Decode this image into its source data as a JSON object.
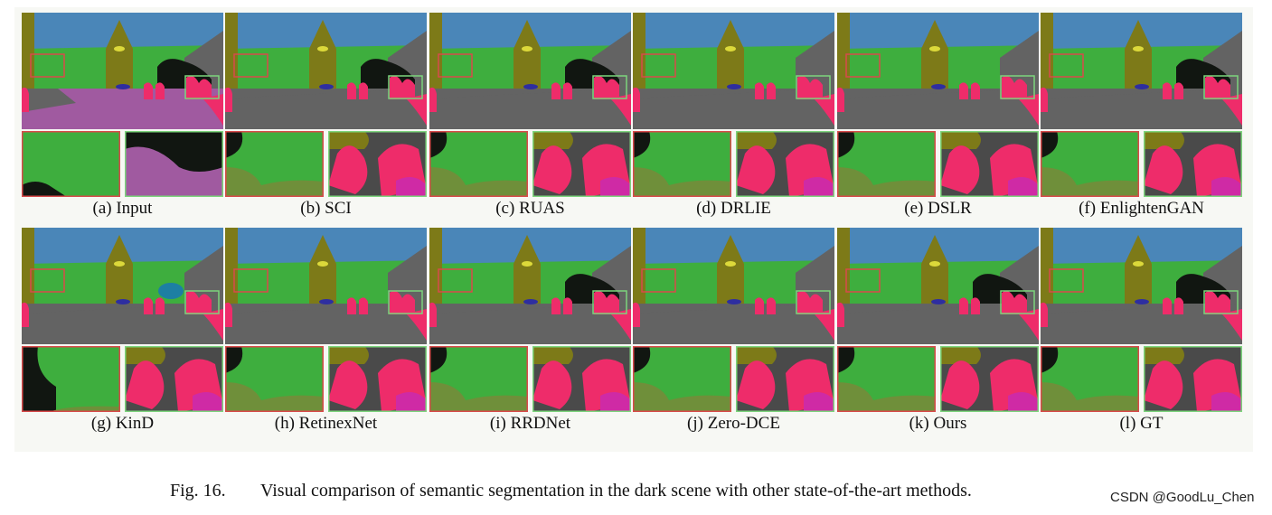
{
  "panels": [
    {
      "label": "(a) Input",
      "variant": "input"
    },
    {
      "label": "(b) SCI",
      "variant": "a"
    },
    {
      "label": "(c) RUAS",
      "variant": "b"
    },
    {
      "label": "(d) DRLIE",
      "variant": "c"
    },
    {
      "label": "(e) DSLR",
      "variant": "c"
    },
    {
      "label": "(f) EnlightenGAN",
      "variant": "b"
    },
    {
      "label": "(g) KinD",
      "variant": "kind"
    },
    {
      "label": "(h) RetinexNet",
      "variant": "c"
    },
    {
      "label": "(i) RRDNet",
      "variant": "b"
    },
    {
      "label": "(j) Zero-DCE",
      "variant": "c"
    },
    {
      "label": "(k) Ours",
      "variant": "gt"
    },
    {
      "label": "(l) GT",
      "variant": "gt"
    }
  ],
  "caption": {
    "fig_number": "Fig. 16.",
    "text": "Visual comparison of semantic segmentation in the dark scene with other state-of-the-art methods."
  },
  "watermark": "CSDN @GoodLu_Chen",
  "colors": {
    "sky": "#4a86b8",
    "vegetation": "#3eae3e",
    "tree": "#6f8f3a",
    "building": "#7d7a18",
    "road": "#636363",
    "wall": "#4a4a4a",
    "person": "#ee2c6a",
    "purple": "#a05aa0",
    "car": "#2e2ea0",
    "black": "#111611",
    "window": "#dcd93a",
    "zoom_left_frame": "#d84a4a",
    "zoom_right_frame": "#7dd57d"
  }
}
